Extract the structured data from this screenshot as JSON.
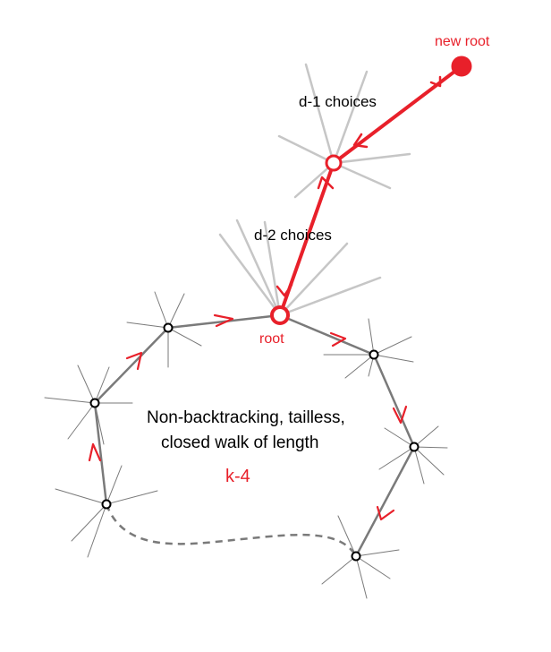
{
  "labels": {
    "new_root": "new root",
    "d1_choices": "d-1 choices",
    "d2_choices": "d-2 choices",
    "root": "root",
    "walk_line1": "Non-backtracking, tailless,",
    "walk_line2": "closed walk of length",
    "walk_length": "k-4"
  },
  "colors": {
    "accent": "#e8202a",
    "walk_edge": "#7a7a7a",
    "spoke": "#6f6f6f",
    "spoke_light": "#c6c6c6",
    "text": "#000000"
  }
}
